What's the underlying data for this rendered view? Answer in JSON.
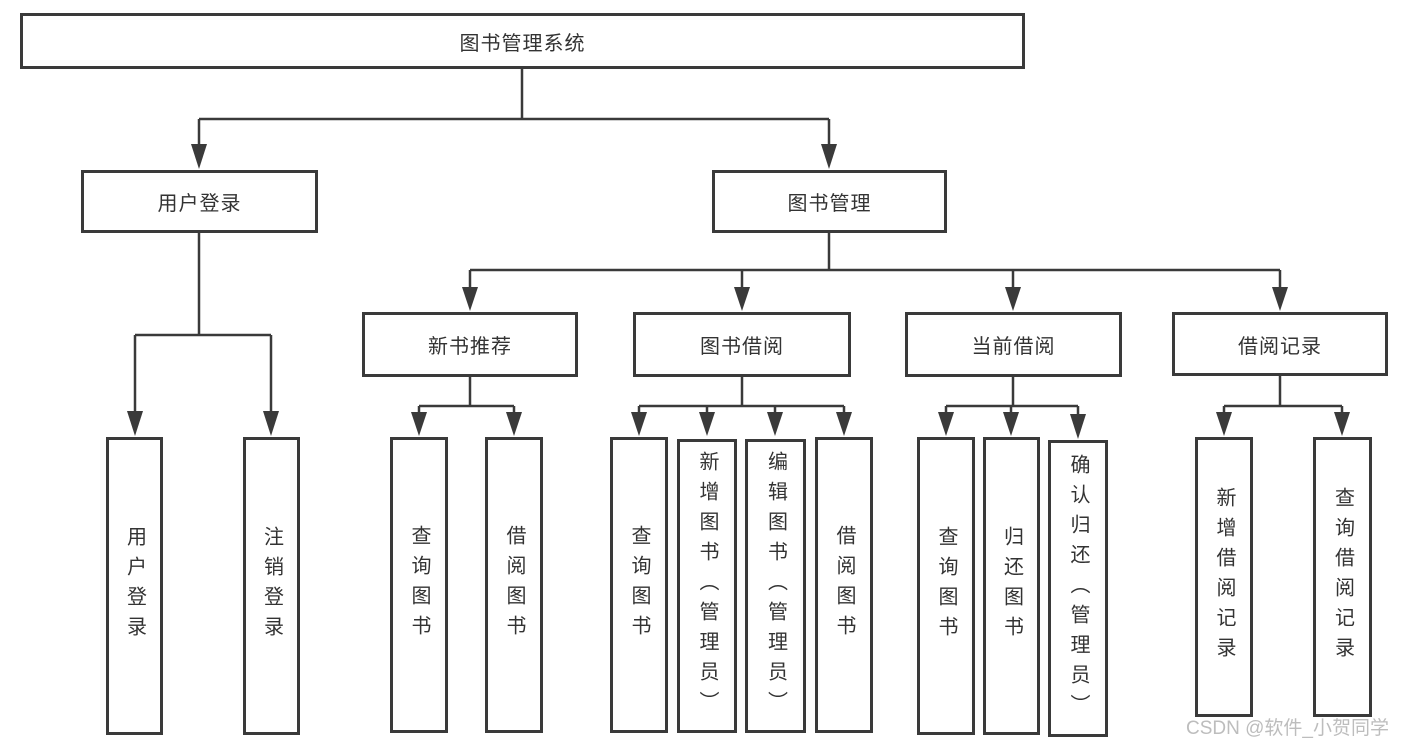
{
  "tree": {
    "root": {
      "label": "图书管理系统"
    },
    "level1": [
      {
        "label": "用户登录",
        "children": [
          {
            "label": "用户登录"
          },
          {
            "label": "注销登录"
          }
        ]
      },
      {
        "label": "图书管理",
        "children": [
          {
            "label": "新书推荐",
            "children": [
              {
                "label": "查询图书"
              },
              {
                "label": "借阅图书"
              }
            ]
          },
          {
            "label": "图书借阅",
            "children": [
              {
                "label": "查询图书"
              },
              {
                "label": "新增图书（管理员）"
              },
              {
                "label": "编辑图书（管理员）"
              },
              {
                "label": "借阅图书"
              }
            ]
          },
          {
            "label": "当前借阅",
            "children": [
              {
                "label": "查询图书"
              },
              {
                "label": "归还图书"
              },
              {
                "label": "确认归还（管理员）"
              }
            ]
          },
          {
            "label": "借阅记录",
            "children": [
              {
                "label": "新增借阅记录"
              },
              {
                "label": "查询借阅记录"
              }
            ]
          }
        ]
      }
    ]
  },
  "watermark": {
    "text": "CSDN @软件_小贺同学"
  },
  "colors": {
    "line": "#3a3a3a",
    "text": "#333333",
    "background": "#ffffff",
    "watermark": "#bdbdbd"
  }
}
